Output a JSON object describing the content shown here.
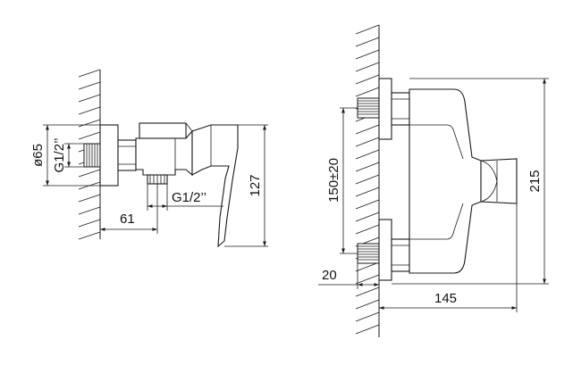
{
  "side_view": {
    "dim_diameter": "ø65",
    "dim_inlet_thread": "G1/2’’",
    "dim_outlet_thread": "G1/2’’",
    "dim_depth": "61",
    "dim_height": "127"
  },
  "front_view": {
    "dim_center_distance": "150±20",
    "dim_wall_offset": "20",
    "dim_width": "145",
    "dim_total_height": "215"
  }
}
